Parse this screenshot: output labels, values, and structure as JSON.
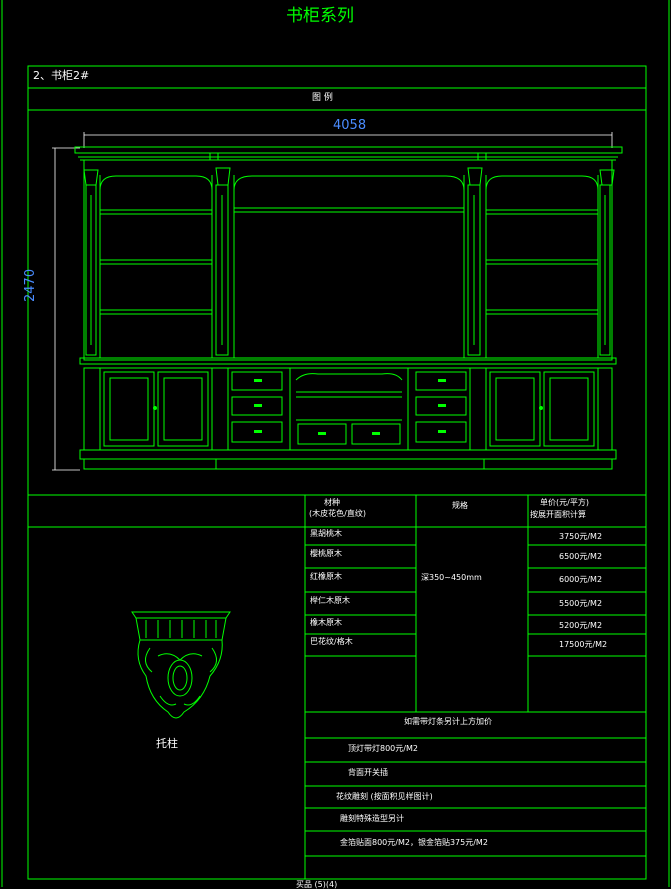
{
  "page_title": "书柜系列",
  "section_label": "2、书柜2#",
  "drawing_label": "图 例",
  "dimensions": {
    "width": "4058",
    "height": "2470"
  },
  "table": {
    "header_material": "材种",
    "header_material_sub": "(木皮花色/直纹)",
    "header_spec": "规格",
    "header_price": "单价(元/平方)",
    "header_price_sub": "按展开面积计算",
    "materials": [
      "黑胡桃木",
      "樱桃原木",
      "红橡原木",
      "榉仁木原木",
      "橡木原木",
      "巴花纹/格木"
    ],
    "spec_value": "深350~450mm",
    "prices": [
      "3750元/M2",
      "6500元/M2",
      "6000元/M2",
      "5500元/M2",
      "5200元/M2",
      "17500元/M2"
    ],
    "notes": [
      "如需带灯条另计上方加价",
      "顶灯带灯800元/M2",
      "背面开关插",
      "花纹雕刻 (按面积见样图计)",
      "雕刻特殊造型另计",
      "金箔贴面800元/M2，银金箔贴375元/M2"
    ]
  },
  "corbel_label": "托柱",
  "bottom_text": "买品 (5)(4)"
}
